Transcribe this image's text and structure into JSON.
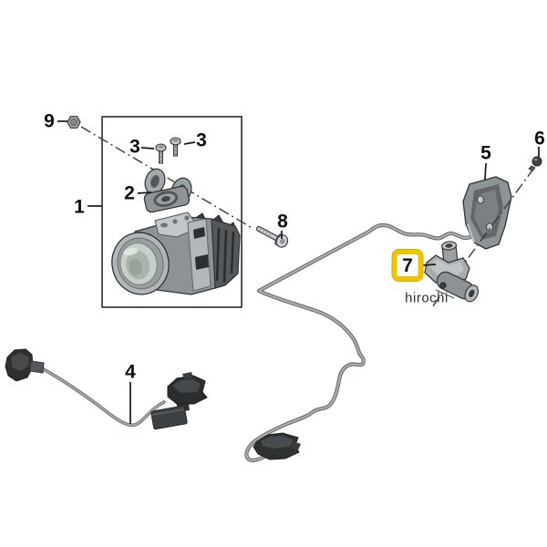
{
  "diagram": {
    "watermark": "hirochi",
    "callouts": {
      "n1": "1",
      "n2": "2",
      "n3a": "3",
      "n3b": "3",
      "n4": "4",
      "n5": "5",
      "n6": "6",
      "n7": "7",
      "n8": "8",
      "n9": "9"
    },
    "colors": {
      "highlight": "#F3C300",
      "line": "#2b2b2b",
      "cable": "#a9acae",
      "part_dark": "#2e3132",
      "part_gray": "#8d9295"
    }
  }
}
